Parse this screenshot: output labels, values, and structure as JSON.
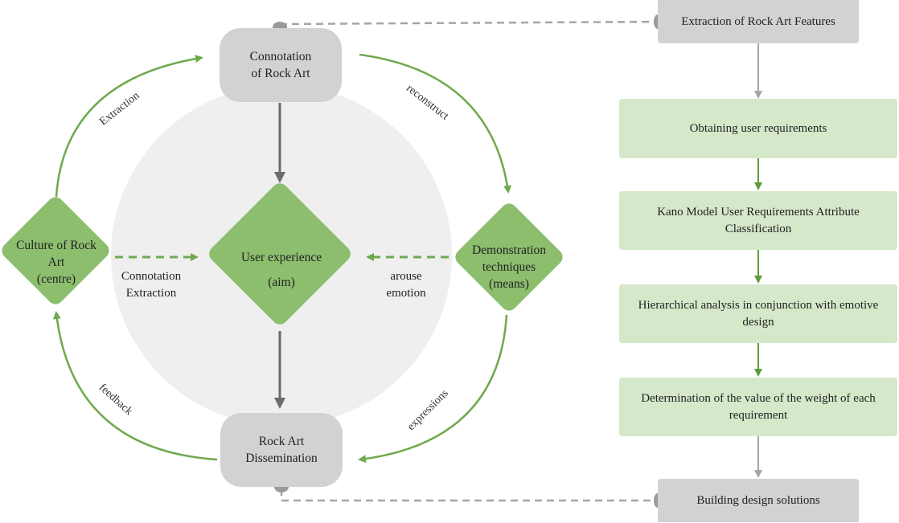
{
  "cycle": {
    "top_node": [
      "Connotation",
      "of Rock Art"
    ],
    "bottom_node": [
      "Rock Art",
      "Dissemination"
    ],
    "left_diamond": [
      "Culture of Rock",
      "Art",
      "(centre)"
    ],
    "center_diamond": [
      "User experience",
      "(aim)"
    ],
    "right_diamond": [
      "Demonstration",
      "techniques",
      "(means)"
    ],
    "arc_labels": {
      "top_left": "Extraction",
      "top_right": "reconstruct",
      "bottom_left": "feedback",
      "bottom_right": "expressions"
    },
    "middle_labels": {
      "left": [
        "Connotation",
        "Extraction"
      ],
      "right": [
        "arouse",
        "emotion"
      ]
    }
  },
  "flow": {
    "steps": [
      "Extraction of Rock Art Features",
      "Obtaining user requirements",
      "Kano Model User Requirements Attribute Classification",
      "Hierarchical analysis in conjunction with emotive design",
      "Determination of the value of the weight of each requirement",
      "Building design solutions"
    ]
  },
  "colors": {
    "green_fill": "#8cbe6e",
    "green_arrow": "#6fa94d",
    "light_green_box": "#d5e8c9",
    "grey_fill": "#d2d2d2",
    "circle_bg": "#efefef",
    "dark_arrow": "#6b6b6b"
  }
}
